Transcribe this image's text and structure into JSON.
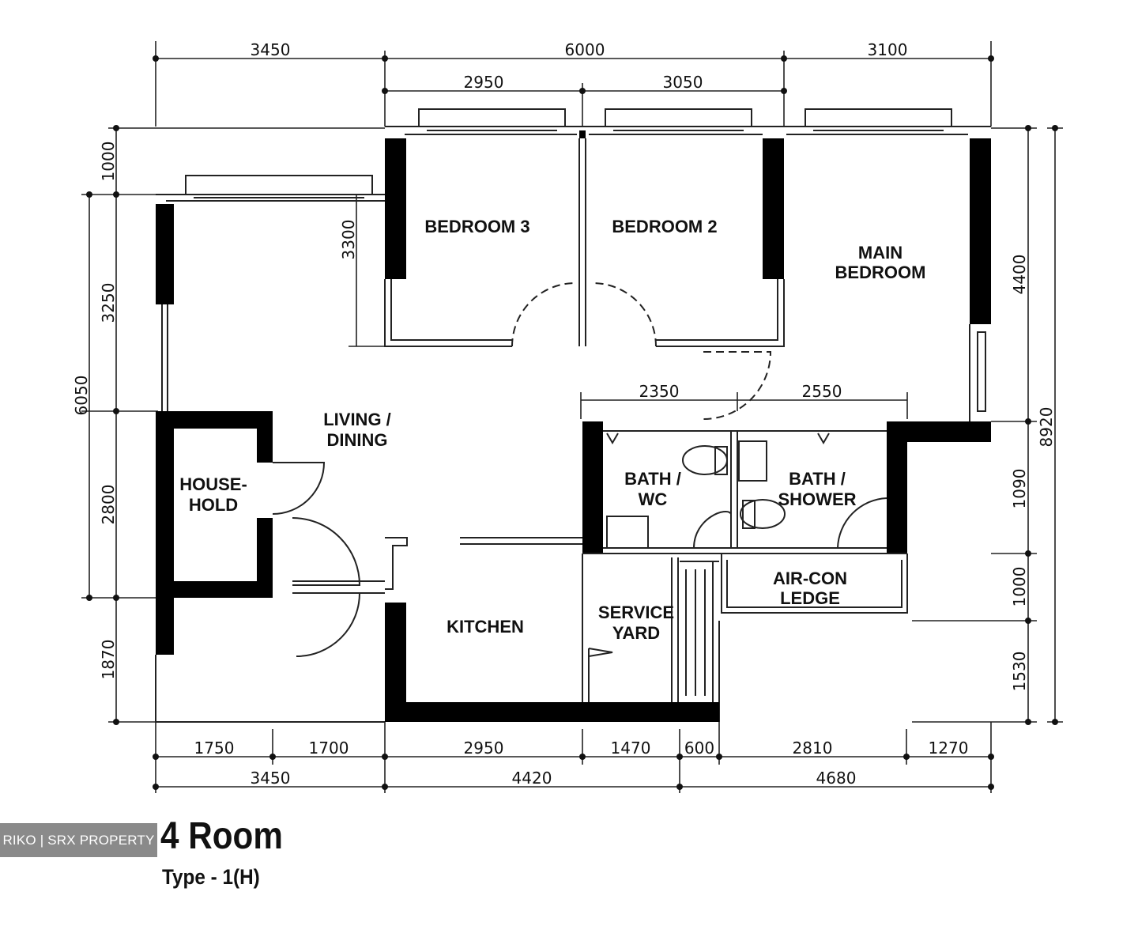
{
  "title": "4 Room",
  "subtitle": "Type - 1(H)",
  "watermark": "RIKO | SRX PROPERTY",
  "rooms": {
    "bedroom3": "BEDROOM 3",
    "bedroom2": "BEDROOM 2",
    "main_bedroom_1": "MAIN",
    "main_bedroom_2": "BEDROOM",
    "living_1": "LIVING /",
    "living_2": "DINING",
    "household_1": "HOUSE-",
    "household_2": "HOLD",
    "bath_common_1": "BATH /",
    "bath_common_2": "WC",
    "bath_master_1": "BATH /",
    "bath_master_2": "SHOWER",
    "aircon_1": "AIR-CON",
    "aircon_2": "LEDGE",
    "kitchen": "KITCHEN",
    "service_1": "SERVICE",
    "service_2": "YARD"
  },
  "dimensions": {
    "top_outer": [
      "3450",
      "6000",
      "3100"
    ],
    "top_inner": [
      "2950",
      "3050"
    ],
    "bath_top": [
      "2350",
      "2550"
    ],
    "bottom_inner": [
      "1750",
      "1700",
      "2950",
      "1470",
      "600",
      "2810",
      "1270"
    ],
    "bottom_outer": [
      "3450",
      "4420",
      "4680"
    ],
    "left_outer": [
      "1000",
      "6050",
      "1870"
    ],
    "left_inner": [
      "3250",
      "2800"
    ],
    "bedroom3_height": "3300",
    "right_inner": [
      "4400",
      "1090",
      "1000",
      "1530"
    ],
    "right_outer": "8920"
  }
}
